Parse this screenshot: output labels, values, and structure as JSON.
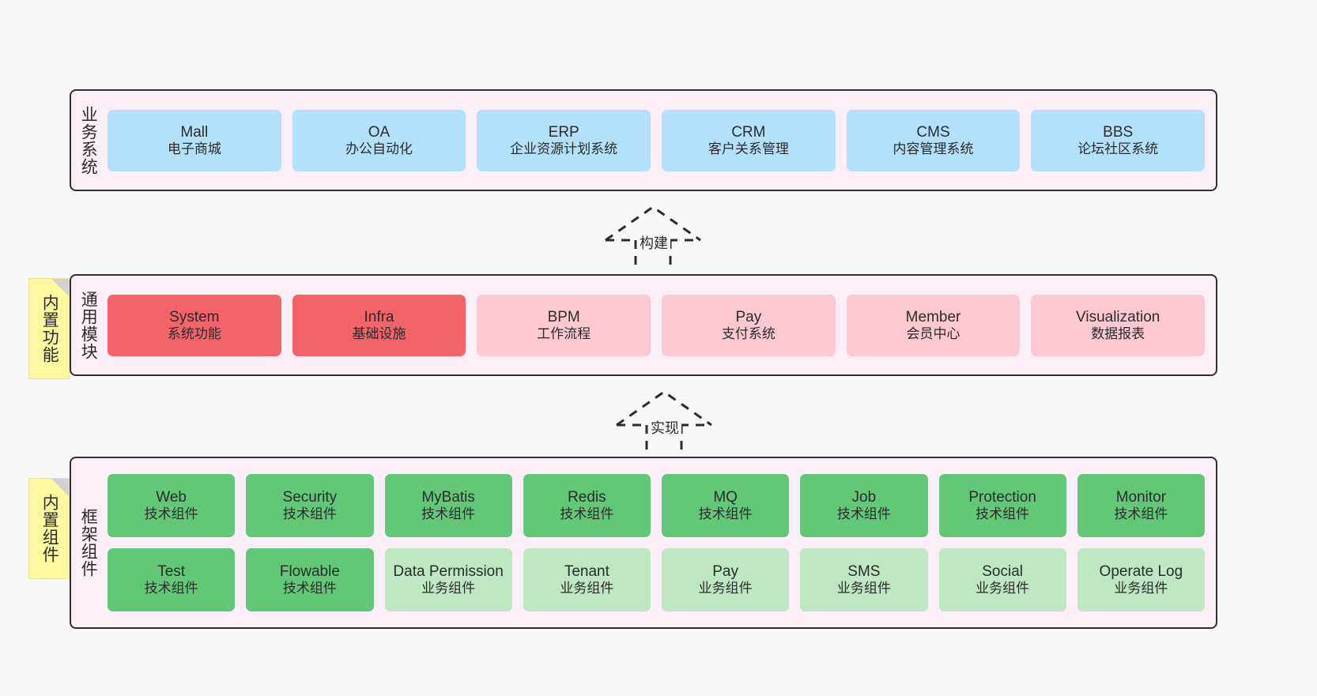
{
  "layers": [
    {
      "id": "business",
      "title": "业务系统",
      "cards": [
        {
          "name": "Mall",
          "desc": "电子商城",
          "color": "#b3e0fb",
          "style": "c-blue"
        },
        {
          "name": "OA",
          "desc": "办公自动化",
          "color": "#b3e0fb",
          "style": "c-blue"
        },
        {
          "name": "ERP",
          "desc": "企业资源计划系统",
          "color": "#b3e0fb",
          "style": "c-blue"
        },
        {
          "name": "CRM",
          "desc": "客户关系管理",
          "color": "#b3e0fb",
          "style": "c-blue"
        },
        {
          "name": "CMS",
          "desc": "内容管理系统",
          "color": "#b3e0fb",
          "style": "c-blue"
        },
        {
          "name": "BBS",
          "desc": "论坛社区系统",
          "color": "#b3e0fb",
          "style": "c-blue"
        }
      ]
    },
    {
      "id": "common",
      "title": "通用模块",
      "tab": "内置功能",
      "cards": [
        {
          "name": "System",
          "desc": "系统功能",
          "color": "#f2636a",
          "style": "c-red"
        },
        {
          "name": "Infra",
          "desc": "基础设施",
          "color": "#f2636a",
          "style": "c-red"
        },
        {
          "name": "BPM",
          "desc": "工作流程",
          "color": "#fcc9d2",
          "style": "c-pink"
        },
        {
          "name": "Pay",
          "desc": "支付系统",
          "color": "#fcc9d2",
          "style": "c-pink"
        },
        {
          "name": "Member",
          "desc": "会员中心",
          "color": "#fcc9d2",
          "style": "c-pink"
        },
        {
          "name": "Visualization",
          "desc": "数据报表",
          "color": "#fcc9d2",
          "style": "c-pink"
        }
      ]
    },
    {
      "id": "framework",
      "title": "框架组件",
      "tab": "内置组件",
      "rows": [
        [
          {
            "name": "Web",
            "desc": "技术组件",
            "color": "#62c878",
            "style": "c-green"
          },
          {
            "name": "Security",
            "desc": "技术组件",
            "color": "#62c878",
            "style": "c-green"
          },
          {
            "name": "MyBatis",
            "desc": "技术组件",
            "color": "#62c878",
            "style": "c-green"
          },
          {
            "name": "Redis",
            "desc": "技术组件",
            "color": "#62c878",
            "style": "c-green"
          },
          {
            "name": "MQ",
            "desc": "技术组件",
            "color": "#62c878",
            "style": "c-green"
          },
          {
            "name": "Job",
            "desc": "技术组件",
            "color": "#62c878",
            "style": "c-green"
          },
          {
            "name": "Protection",
            "desc": "技术组件",
            "color": "#62c878",
            "style": "c-green"
          },
          {
            "name": "Monitor",
            "desc": "技术组件",
            "color": "#62c878",
            "style": "c-green"
          }
        ],
        [
          {
            "name": "Test",
            "desc": "技术组件",
            "color": "#62c878",
            "style": "c-green"
          },
          {
            "name": "Flowable",
            "desc": "技术组件",
            "color": "#62c878",
            "style": "c-green"
          },
          {
            "name": "Data Permission",
            "desc": "业务组件",
            "color": "#bde8c3",
            "style": "c-greenlite"
          },
          {
            "name": "Tenant",
            "desc": "业务组件",
            "color": "#bde8c3",
            "style": "c-greenlite"
          },
          {
            "name": "Pay",
            "desc": "业务组件",
            "color": "#bde8c3",
            "style": "c-greenlite"
          },
          {
            "name": "SMS",
            "desc": "业务组件",
            "color": "#bde8c3",
            "style": "c-greenlite"
          },
          {
            "name": "Social",
            "desc": "业务组件",
            "color": "#bde8c3",
            "style": "c-greenlite"
          },
          {
            "name": "Operate Log",
            "desc": "业务组件",
            "color": "#bde8c3",
            "style": "c-greenlite"
          }
        ]
      ]
    }
  ],
  "connectors": [
    {
      "id": "build",
      "label": "构建"
    },
    {
      "id": "implement",
      "label": "实现"
    }
  ],
  "palette": {
    "band_bg": "#fbeef6",
    "band_border": "#33302e",
    "sticky_bg": "#fbf8a0",
    "page_bg": "#f8f8f8",
    "text": "#2b2b2b"
  }
}
